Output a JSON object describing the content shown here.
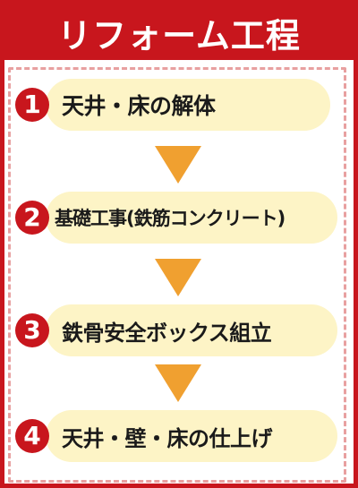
{
  "header": {
    "title": "リフォーム工程"
  },
  "steps": [
    {
      "number": "1",
      "label": "天井・床の解体"
    },
    {
      "number": "2",
      "label": "基礎工事(鉄筋コンクリート)"
    },
    {
      "number": "3",
      "label": "鉄骨安全ボックス組立"
    },
    {
      "number": "4",
      "label": "天井・壁・床の仕上げ"
    }
  ],
  "colors": {
    "accent": "#c8161d",
    "pill": "#fdf4c6",
    "arrow": "#f0a030",
    "dashed": "#e8a0a0"
  }
}
